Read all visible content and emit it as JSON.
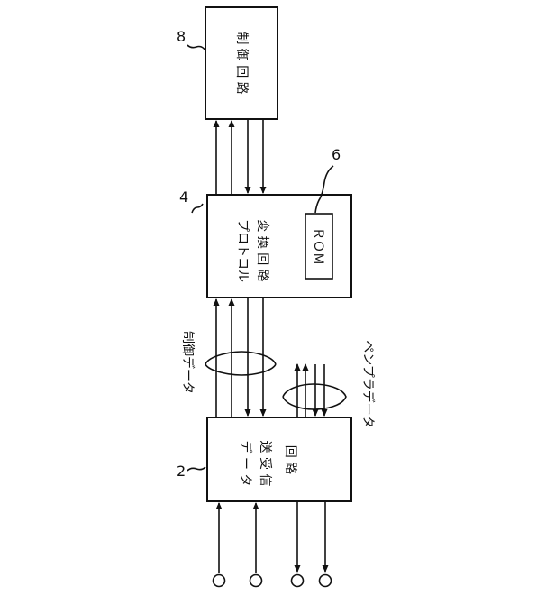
{
  "blocks": {
    "control": {
      "label": "制 御 回 路"
    },
    "protocol": {
      "label_line1": "プロトコル",
      "label_line2": "変 換 回 路"
    },
    "rom": {
      "label": "ＲＯＭ"
    },
    "transceiver": {
      "label_line1": "デ ー タ",
      "label_line2": "送 受 信",
      "label_line3": "回 路"
    }
  },
  "callouts": {
    "control": "8",
    "protocol": "4",
    "rom": "6",
    "transceiver": "2"
  },
  "signals": {
    "control_data": "制御データ",
    "pen_plotter_data": "ペンプラデータ"
  }
}
